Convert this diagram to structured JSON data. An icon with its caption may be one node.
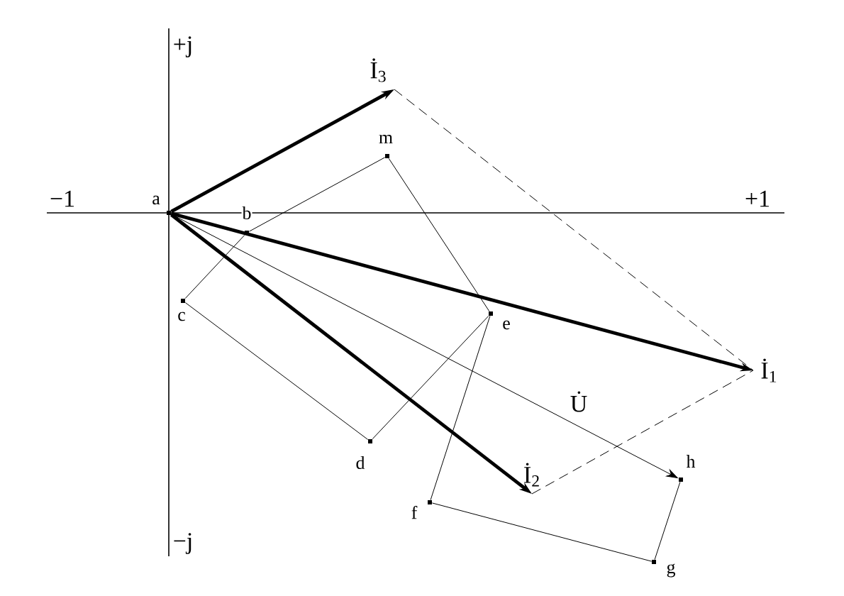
{
  "diagram": {
    "nodes": [
      {
        "text": [],
        "shape": "dot",
        "beside": [
          "a"
        ]
      },
      {
        "text": [],
        "shape": "dot",
        "beside": [
          "b"
        ]
      },
      {
        "text": [],
        "shape": "dot",
        "beside": [
          "c"
        ]
      },
      {
        "text": [],
        "shape": "dot",
        "beside": [
          "d"
        ]
      },
      {
        "text": [],
        "shape": "dot",
        "beside": [
          "e"
        ]
      },
      {
        "text": [],
        "shape": "dot",
        "beside": [
          "f"
        ]
      },
      {
        "text": [],
        "shape": "dot",
        "beside": [
          "g"
        ]
      },
      {
        "text": [],
        "shape": "dot",
        "beside": [
          "h"
        ]
      },
      {
        "text": [],
        "shape": "dot",
        "beside": [
          "m"
        ]
      },
      {
        "text": [
          "İ$_{3}$"
        ]
      },
      {
        "text": [
          "İ$_{1}$"
        ]
      },
      {
        "text": [
          "İ$_{2}$"
        ]
      }
    ],
    "edges": [
      {
        "from": 0,
        "to": 9,
        "arrow": "to",
        "style": "thick"
      },
      {
        "from": 0,
        "to": 10,
        "arrow": "to",
        "style": "thick"
      },
      {
        "from": 0,
        "to": 11,
        "arrow": "to",
        "style": "thick"
      },
      {
        "from": 0,
        "to": 7,
        "arrow": "to",
        "label": "U̇"
      },
      {
        "from": 9,
        "to": 10,
        "arrow": "none",
        "style": "dashed"
      },
      {
        "from": 11,
        "to": 10,
        "arrow": "none",
        "style": "dashed"
      },
      {
        "from": 1,
        "to": 2,
        "arrow": "none"
      },
      {
        "from": 2,
        "to": 3,
        "arrow": "none"
      },
      {
        "from": 3,
        "to": 4,
        "arrow": "none"
      },
      {
        "from": 1,
        "to": 8,
        "arrow": "none"
      },
      {
        "from": 8,
        "to": 4,
        "arrow": "none"
      },
      {
        "from": 4,
        "to": 5,
        "arrow": "none"
      },
      {
        "from": 5,
        "to": 6,
        "arrow": "none"
      },
      {
        "from": 6,
        "to": 7,
        "arrow": "none"
      }
    ],
    "labels": [
      "+j",
      "−1",
      "+1",
      "−j"
    ]
  }
}
